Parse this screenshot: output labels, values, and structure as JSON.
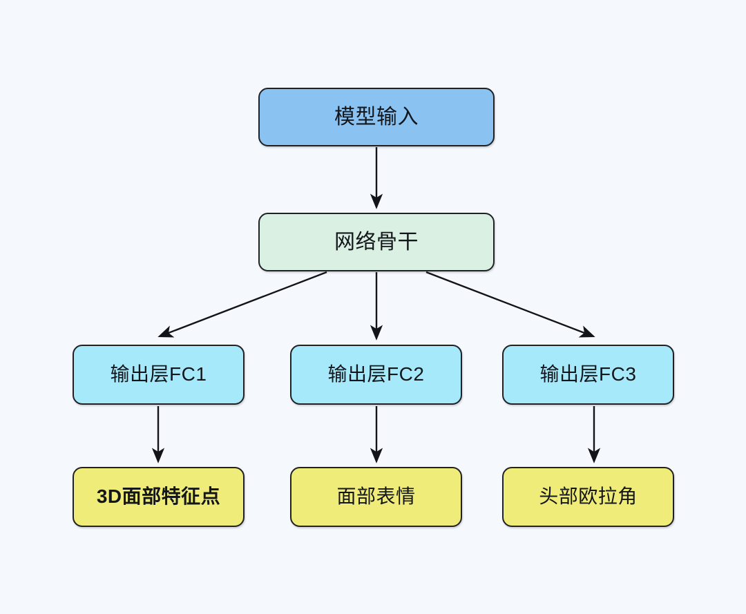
{
  "diagram": {
    "type": "flowchart",
    "orientation": "top-down",
    "background_color": "#f5f8fd",
    "edge_color": "#1f2124",
    "nodes": [
      {
        "id": "input",
        "label": "模型输入",
        "fill": "#8ac2f2",
        "stroke": "#1f2124",
        "shape": "rounded-rect"
      },
      {
        "id": "backbone",
        "label": "网络骨干",
        "fill": "#d9f0e3",
        "stroke": "#1f2124",
        "shape": "rounded-rect"
      },
      {
        "id": "fc1",
        "label": "输出层FC1",
        "fill": "#a6e9fa",
        "stroke": "#1f2124",
        "shape": "rounded-rect"
      },
      {
        "id": "fc2",
        "label": "输出层FC2",
        "fill": "#a6e9fa",
        "stroke": "#1f2124",
        "shape": "rounded-rect"
      },
      {
        "id": "fc3",
        "label": "输出层FC3",
        "fill": "#a6e9fa",
        "stroke": "#1f2124",
        "shape": "rounded-rect"
      },
      {
        "id": "out1",
        "label": "3D面部特征点",
        "fill": "#f0ec79",
        "stroke": "#1f2124",
        "shape": "rounded-rect"
      },
      {
        "id": "out2",
        "label": "面部表情",
        "fill": "#f0ec79",
        "stroke": "#1f2124",
        "shape": "rounded-rect"
      },
      {
        "id": "out3",
        "label": "头部欧拉角",
        "fill": "#f0ec79",
        "stroke": "#1f2124",
        "shape": "rounded-rect"
      }
    ],
    "edges": [
      {
        "from": "input",
        "to": "backbone",
        "style": "straight-arrow"
      },
      {
        "from": "backbone",
        "to": "fc1",
        "style": "diagonal-arrow"
      },
      {
        "from": "backbone",
        "to": "fc2",
        "style": "straight-arrow"
      },
      {
        "from": "backbone",
        "to": "fc3",
        "style": "diagonal-arrow"
      },
      {
        "from": "fc1",
        "to": "out1",
        "style": "straight-arrow"
      },
      {
        "from": "fc2",
        "to": "out2",
        "style": "straight-arrow"
      },
      {
        "from": "fc3",
        "to": "out3",
        "style": "straight-arrow"
      }
    ]
  }
}
